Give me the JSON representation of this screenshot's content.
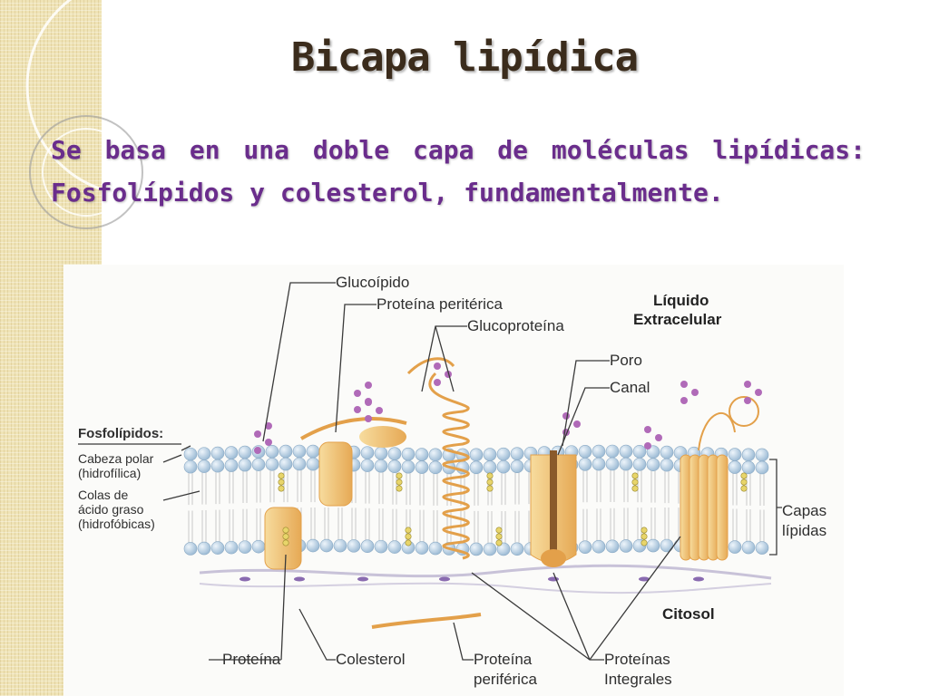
{
  "slide": {
    "title": "Bicapa lipídica",
    "body": "Se basa en una doble capa de moléculas lipídicas: Fosfolípidos y colesterol, fundamentalmente."
  },
  "diagram": {
    "labels": {
      "glucolipido": "Glucoípido",
      "proteina_periferica_top": "Proteína peritérica",
      "glucoproteina": "Glucoproteína",
      "liquido_extracelular_1": "Líquido",
      "liquido_extracelular_2": "Extracelular",
      "poro": "Poro",
      "canal": "Canal",
      "fosfolipidos": "Fosfolípidos:",
      "cabeza_polar_1": "Cabeza polar",
      "cabeza_polar_2": "(hidrofílica)",
      "colas_1": "Colas de",
      "colas_2": "ácido graso",
      "colas_3": "(hidrofóbicas)",
      "capas_1": "Capas",
      "capas_2": "lípidas",
      "citosol": "Citosol",
      "proteina": "Proteína",
      "colesterol": "Colesterol",
      "proteina_periferica_bottom_1": "Proteína",
      "proteina_periferica_bottom_2": "periférica",
      "proteinas_integrales_1": "Proteínas",
      "proteinas_integrales_2": "Integrales"
    },
    "colors": {
      "head": "#b7cfe2",
      "protein": "#f0c878",
      "protein_dark": "#e3a04a",
      "sugar": "#b06ab8",
      "cytoskeleton": "#8a6bb0"
    }
  }
}
